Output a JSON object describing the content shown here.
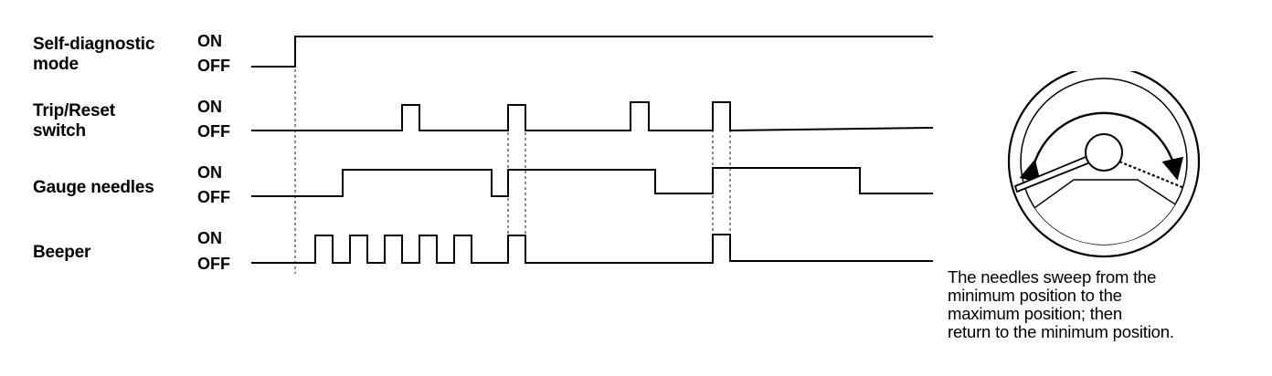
{
  "signals": [
    {
      "label_lines": [
        "Self-diagnostic",
        "mode"
      ],
      "on": "ON",
      "off": "OFF"
    },
    {
      "label_lines": [
        "Trip/Reset",
        "switch"
      ],
      "on": "ON",
      "off": "OFF"
    },
    {
      "label_lines": [
        "Gauge needles"
      ],
      "on": "ON",
      "off": "OFF"
    },
    {
      "label_lines": [
        "Beeper"
      ],
      "on": "ON",
      "off": "OFF"
    }
  ],
  "caption_lines": [
    "The needles sweep from the",
    "minimum position to the",
    "maximum position; then",
    "return to the minimum position."
  ],
  "gauge_icons": [
    "gauge-dial-icon",
    "needle-min-icon",
    "needle-max-icon",
    "sweep-arrows-icon"
  ]
}
